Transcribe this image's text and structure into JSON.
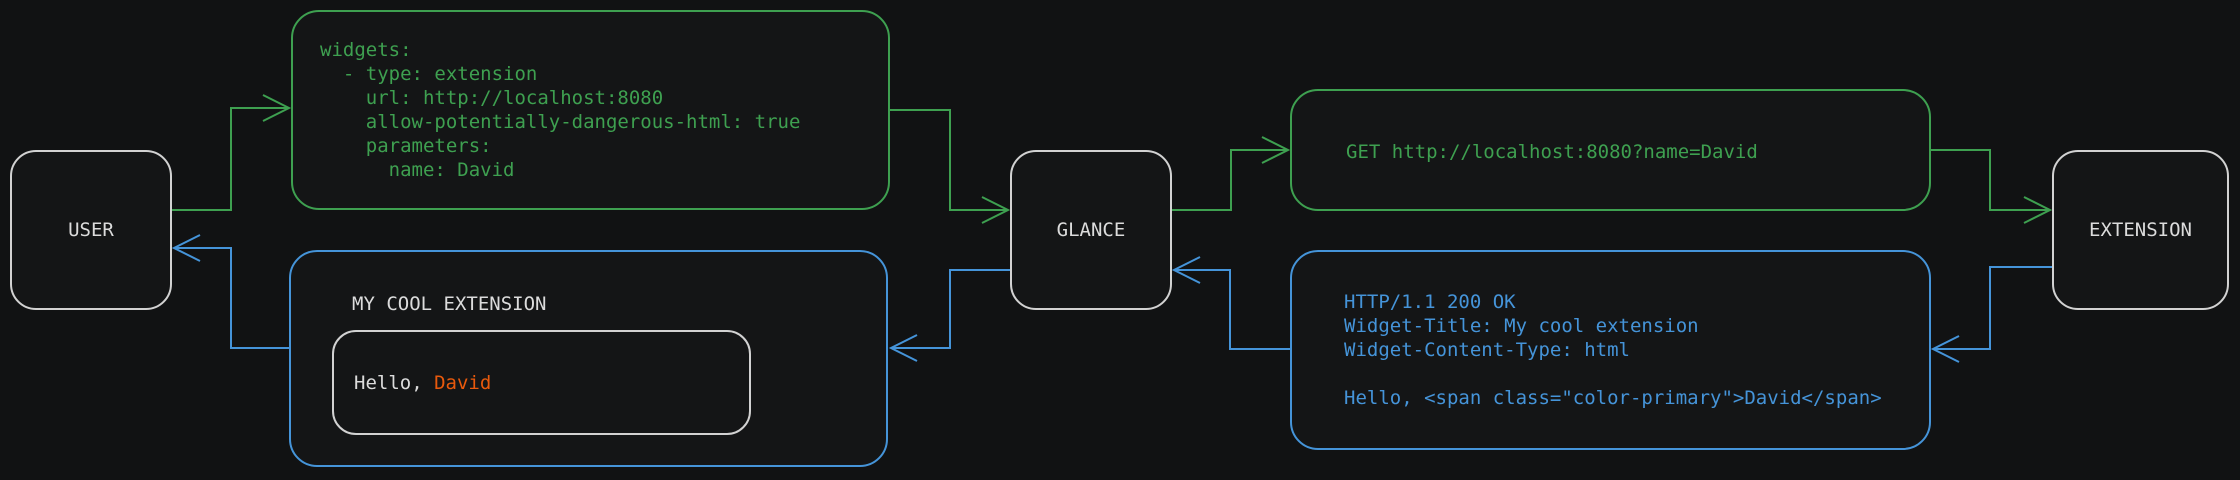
{
  "palette": {
    "green": "#3EA050",
    "blue": "#4594D9",
    "orange": "#E8590C",
    "node_border": "#D2D2D2",
    "text_light": "#DCDCDC",
    "background": "#111213"
  },
  "nodes": {
    "user": "USER",
    "glance": "GLANCE",
    "extension": "EXTENSION"
  },
  "config_box": {
    "lines": [
      "widgets:",
      "  - type: extension",
      "    url: http://localhost:8080",
      "    allow-potentially-dangerous-html: true",
      "    parameters:",
      "      name: David"
    ]
  },
  "request_box": {
    "text": "GET http://localhost:8080?name=David"
  },
  "response_box": {
    "lines": [
      "HTTP/1.1 200 OK",
      "Widget-Title: My cool extension",
      "Widget-Content-Type: html",
      "",
      "Hello, <span class=\"color-primary\">David</span>"
    ]
  },
  "widget_box": {
    "title": "MY COOL EXTENSION",
    "greeting_prefix": "Hello, ",
    "greeting_name": "David"
  }
}
